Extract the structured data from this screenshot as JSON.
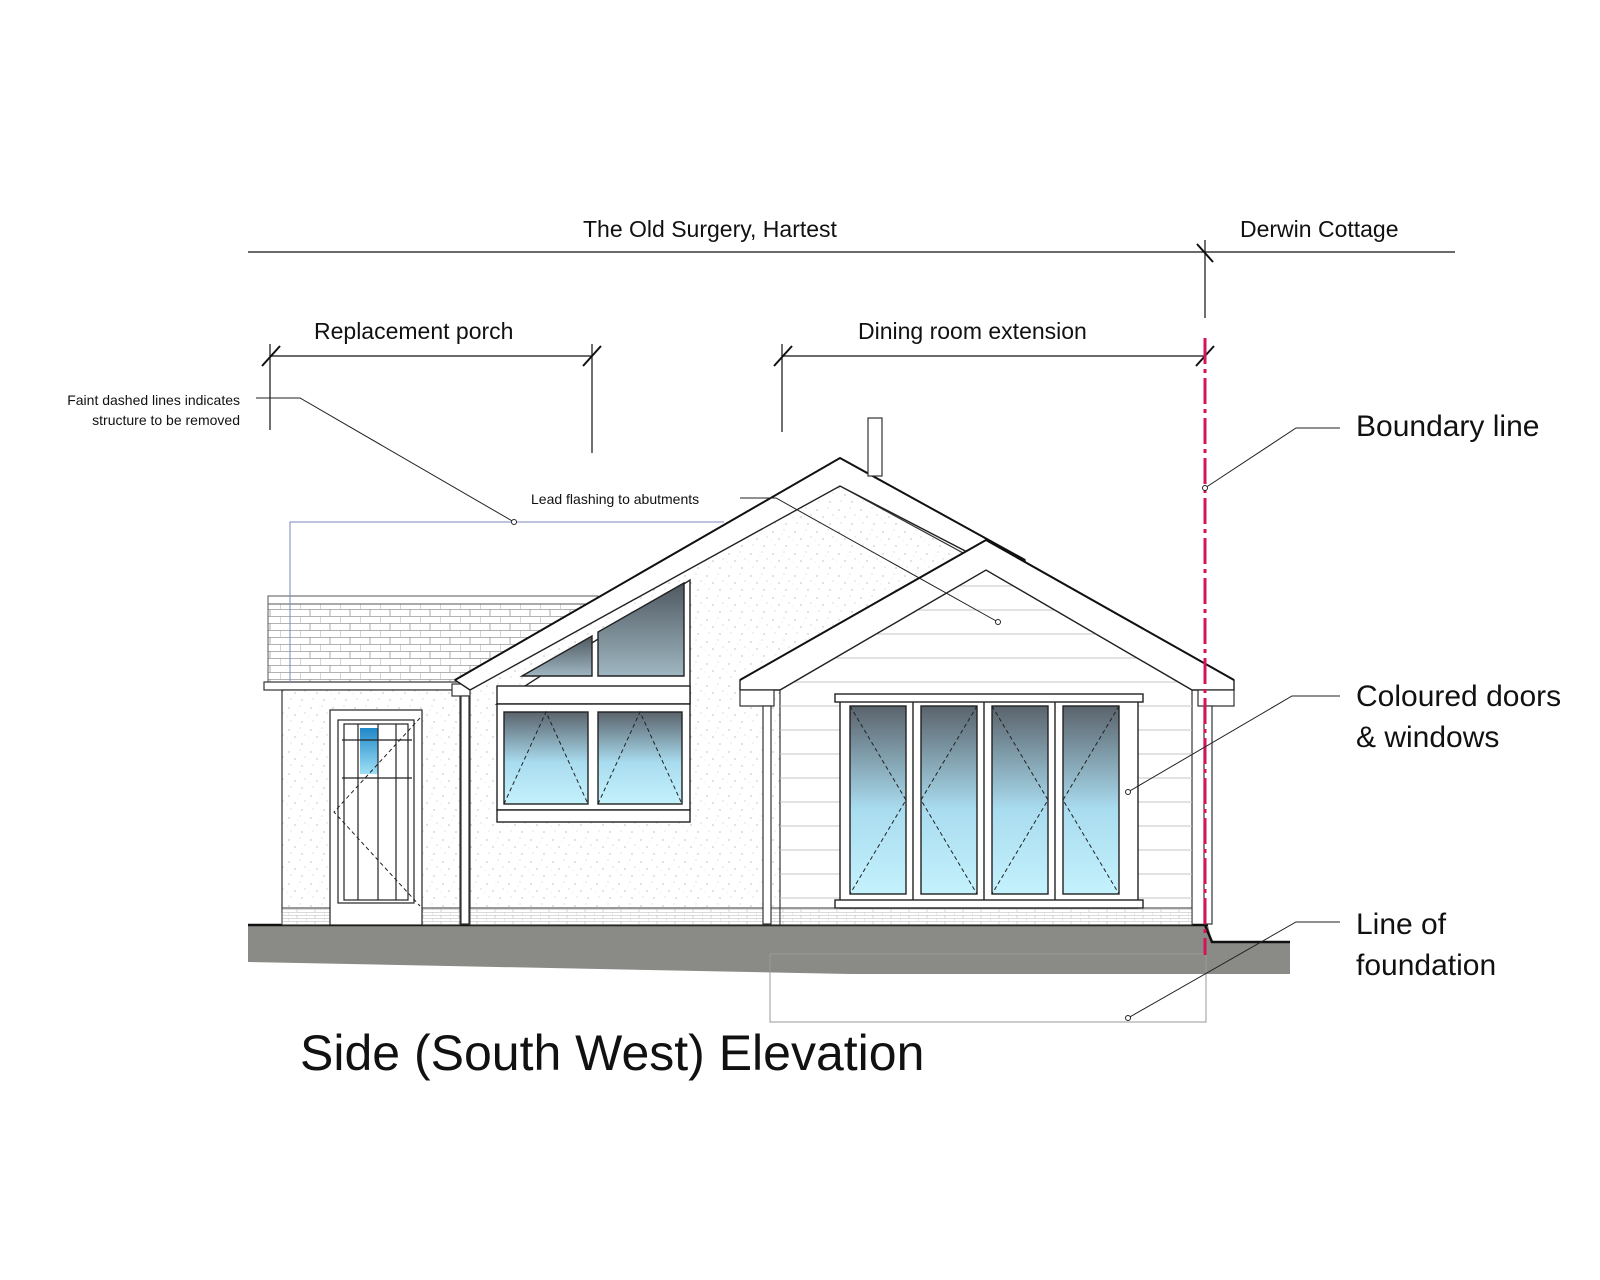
{
  "labels": {
    "property_main": "The Old Surgery, Hartest",
    "property_neighbour": "Derwin Cottage",
    "dim_porch": "Replacement porch",
    "dim_extension": "Dining room extension",
    "note_dashed_line1": "Faint dashed lines indicates",
    "note_dashed_line2": "structure to be removed",
    "note_flashing": "Lead flashing to abutments",
    "note_boundary": "Boundary line",
    "note_doors_line1": "Coloured doors",
    "note_doors_line2": "& windows",
    "note_foundation_line1": "Line of",
    "note_foundation_line2": "foundation",
    "drawing_title": "Side (South West) Elevation"
  },
  "colors": {
    "boundary_line": "#d4145a",
    "ground": "#8a8a86",
    "glass_light": "#bfeffc",
    "glass_dark": "#55606a",
    "line": "#111111",
    "dashed_structure": "#7a8ac0"
  }
}
